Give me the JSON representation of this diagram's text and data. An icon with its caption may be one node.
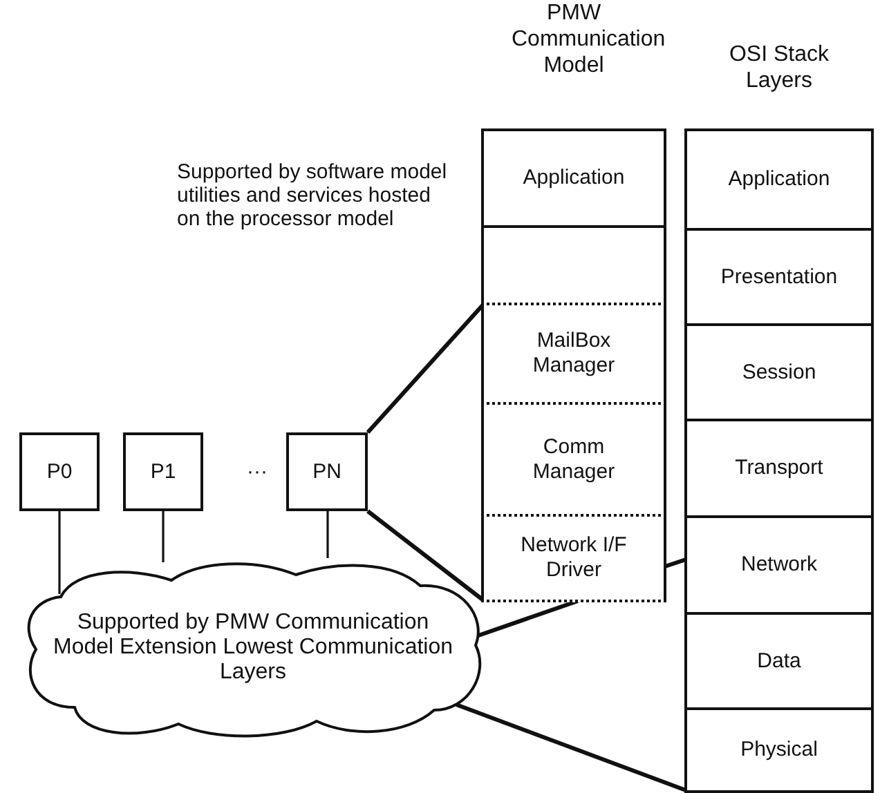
{
  "diagram": {
    "nodes": [
      {
        "text": [
          "P0"
        ]
      },
      {
        "text": [
          "P1"
        ]
      },
      {
        "text": [
          "PN"
        ]
      },
      {
        "text": [
          "Supported by PMW Communication Model Extension Lowest Communication Layers"
        ]
      },
      {
        "text": [
          "PMW Communication Model"
        ]
      },
      {
        "text": [
          "Application"
        ],
        "in": 4
      },
      {
        "text": [],
        "shape": "box",
        "in": 4
      },
      {
        "text": [
          "MailBox Manager"
        ],
        "in": 4
      },
      {
        "text": [
          "Comm Manager"
        ],
        "in": 4
      },
      {
        "text": [
          "Network I/F Driver"
        ],
        "in": 4
      },
      {
        "text": [
          "OSI Stack Layers"
        ]
      },
      {
        "text": [
          "Application"
        ],
        "in": 10
      },
      {
        "text": [
          "Presentation"
        ],
        "in": 10
      },
      {
        "text": [
          "Session"
        ],
        "in": 10
      },
      {
        "text": [
          "Transport"
        ],
        "in": 10
      },
      {
        "text": [
          "Network"
        ],
        "in": 10
      },
      {
        "text": [
          "Data"
        ],
        "in": 10
      },
      {
        "text": [
          "Physical"
        ],
        "in": 10
      }
    ],
    "edges": [
      {
        "from": 0,
        "to": 3,
        "arrow": "none"
      },
      {
        "from": 1,
        "to": 3,
        "arrow": "none"
      },
      {
        "from": 2,
        "to": 3,
        "arrow": "none"
      },
      {
        "from": 2,
        "to": 7,
        "arrow": "none"
      },
      {
        "from": 2,
        "to": 9,
        "arrow": "none"
      },
      {
        "from": 9,
        "to": 15,
        "arrow": "none"
      },
      {
        "from": 3,
        "to": 9,
        "arrow": "none"
      },
      {
        "from": 3,
        "to": 17,
        "arrow": "none"
      }
    ],
    "labels": [
      "Supported by software model utilities and services hosted on the processor model",
      "···"
    ]
  }
}
